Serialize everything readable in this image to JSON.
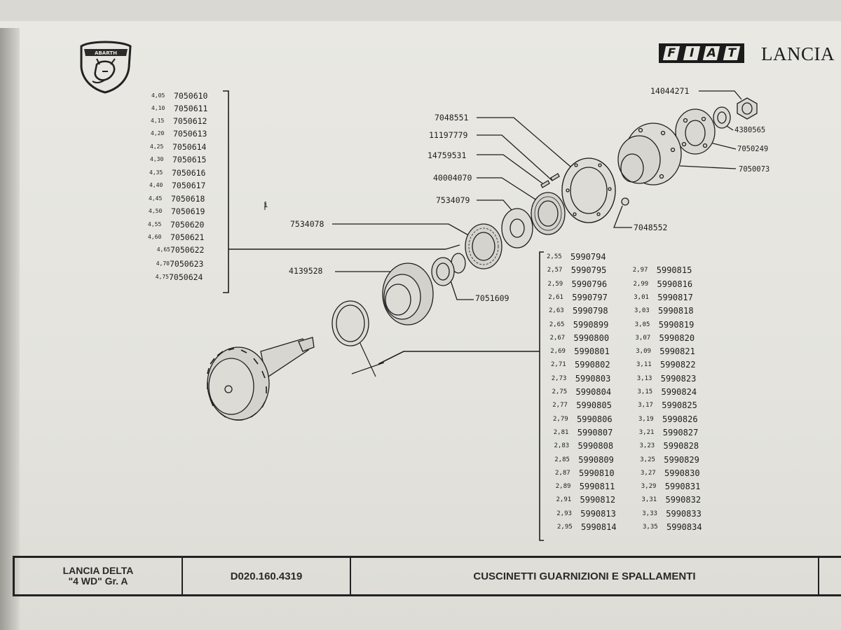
{
  "header": {
    "brand_left_emblem": "ABARTH",
    "logo_fiat": [
      "F",
      "I",
      "A",
      "T"
    ],
    "logo_lancia": "LANCIA"
  },
  "left_table": {
    "rows": [
      {
        "size": "4,05",
        "code": "7050610"
      },
      {
        "size": "4,10",
        "code": "7050611"
      },
      {
        "size": "4,15",
        "code": "7050612"
      },
      {
        "size": "4,20",
        "code": "7050613"
      },
      {
        "size": "4,25",
        "code": "7050614"
      },
      {
        "size": "4,30",
        "code": "7050615"
      },
      {
        "size": "4,35",
        "code": "7050616"
      },
      {
        "size": "4,40",
        "code": "7050617"
      },
      {
        "size": "4,45",
        "code": "7050618"
      },
      {
        "size": "4,50",
        "code": "7050619"
      },
      {
        "size": "4,55",
        "code": "7050620"
      },
      {
        "size": "4,60",
        "code": "7050621"
      },
      {
        "size": "4,65",
        "code": "7050622"
      },
      {
        "size": "4,70",
        "code": "7050623"
      },
      {
        "size": "4,75",
        "code": "7050624"
      }
    ]
  },
  "callouts": {
    "c14044271": "14044271",
    "c7048551": "7048551",
    "c11197779": "11197779",
    "c14759531": "14759531",
    "c40004070": "40004070",
    "c7534079": "7534079",
    "c7534078": "7534078",
    "c4139528": "4139528",
    "c7051609": "7051609",
    "c4380565": "4380565",
    "c7050249": "7050249",
    "c7050073": "7050073",
    "c7048552": "7048552",
    "marker_i": "i"
  },
  "right_table": {
    "rows": [
      {
        "s1": "2,55",
        "c1": "5990794",
        "s2": "",
        "c2": ""
      },
      {
        "s1": "2,57",
        "c1": "5990795",
        "s2": "2,97",
        "c2": "5990815"
      },
      {
        "s1": "2,59",
        "c1": "5990796",
        "s2": "2,99",
        "c2": "5990816"
      },
      {
        "s1": "2,61",
        "c1": "5990797",
        "s2": "3,01",
        "c2": "5990817"
      },
      {
        "s1": "2,63",
        "c1": "5990798",
        "s2": "3,03",
        "c2": "5990818"
      },
      {
        "s1": "2,65",
        "c1": "5990899",
        "s2": "3,05",
        "c2": "5990819"
      },
      {
        "s1": "2,67",
        "c1": "5990800",
        "s2": "3,07",
        "c2": "5990820"
      },
      {
        "s1": "2,69",
        "c1": "5990801",
        "s2": "3,09",
        "c2": "5990821"
      },
      {
        "s1": "2,71",
        "c1": "5990802",
        "s2": "3,11",
        "c2": "5990822"
      },
      {
        "s1": "2,73",
        "c1": "5990803",
        "s2": "3,13",
        "c2": "5990823"
      },
      {
        "s1": "2,75",
        "c1": "5990804",
        "s2": "3,15",
        "c2": "5990824"
      },
      {
        "s1": "2,77",
        "c1": "5990805",
        "s2": "3,17",
        "c2": "5990825"
      },
      {
        "s1": "2,79",
        "c1": "5990806",
        "s2": "3,19",
        "c2": "5990826"
      },
      {
        "s1": "2,81",
        "c1": "5990807",
        "s2": "3,21",
        "c2": "5990827"
      },
      {
        "s1": "2,83",
        "c1": "5990808",
        "s2": "3,23",
        "c2": "5990828"
      },
      {
        "s1": "2,85",
        "c1": "5990809",
        "s2": "3,25",
        "c2": "5990829"
      },
      {
        "s1": "2,87",
        "c1": "5990810",
        "s2": "3,27",
        "c2": "5990830"
      },
      {
        "s1": "2,89",
        "c1": "5990811",
        "s2": "3,29",
        "c2": "5990831"
      },
      {
        "s1": "2,91",
        "c1": "5990812",
        "s2": "3,31",
        "c2": "5990832"
      },
      {
        "s1": "2,93",
        "c1": "5990813",
        "s2": "3,33",
        "c2": "5990833"
      },
      {
        "s1": "2,95",
        "c1": "5990814",
        "s2": "3,35",
        "c2": "5990834"
      }
    ]
  },
  "title_block": {
    "model_line1": "LANCIA DELTA",
    "model_line2": "\"4 WD\" Gr. A",
    "drawing_code": "D020.160.4319",
    "title": "CUSCINETTI GUARNIZIONI E SPALLAMENTI"
  }
}
